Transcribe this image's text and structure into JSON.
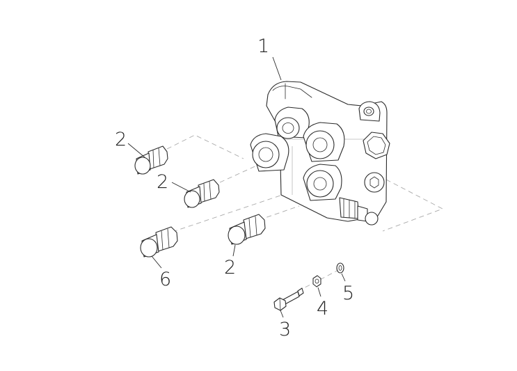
{
  "callouts": {
    "c1": "1",
    "c2a": "2",
    "c2b": "2",
    "c2c": "2",
    "c3": "3",
    "c4": "4",
    "c5": "5",
    "c6": "6"
  }
}
